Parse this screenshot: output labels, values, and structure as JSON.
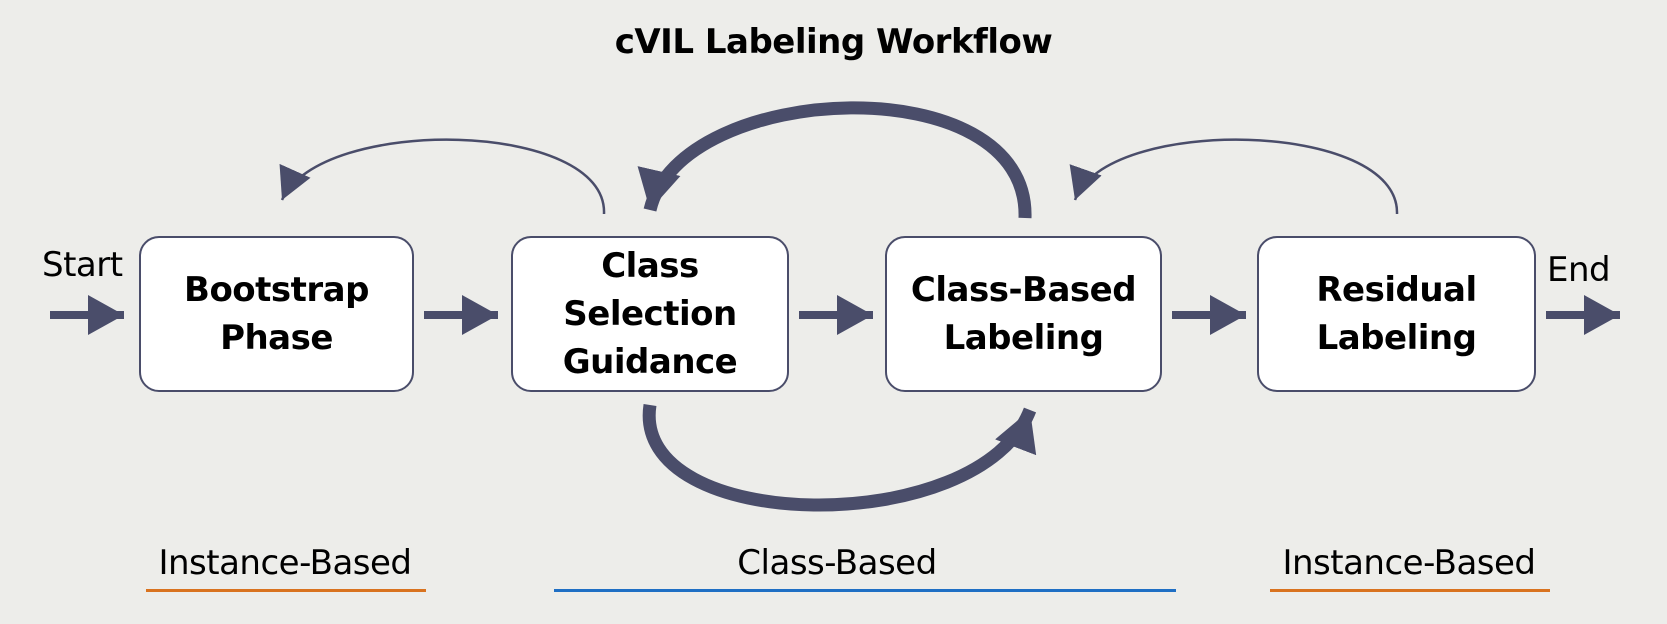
{
  "title": "cVIL Labeling Workflow",
  "start_label": "Start",
  "end_label": "End",
  "steps": [
    {
      "label": "Bootstrap\nPhase"
    },
    {
      "label": "Class Selection\nGuidance"
    },
    {
      "label": "Class-Based\nLabeling"
    },
    {
      "label": "Residual\nLabeling"
    }
  ],
  "groups": [
    {
      "label": "Instance-Based",
      "color": "#d9731f"
    },
    {
      "label": "Class-Based",
      "color": "#1f6fc4"
    },
    {
      "label": "Instance-Based",
      "color": "#d9731f"
    }
  ],
  "colors": {
    "arrow": "#4a4d6a",
    "background": "#ededea",
    "box_fill": "#ffffff",
    "box_border": "#4a4d6a"
  }
}
